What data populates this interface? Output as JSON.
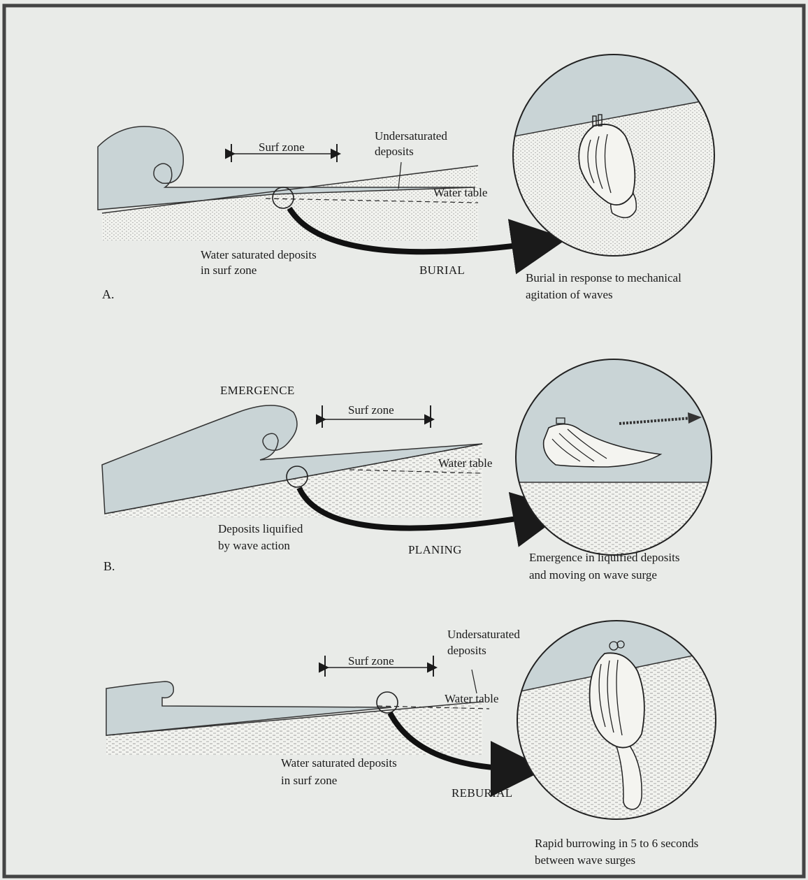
{
  "panels": [
    {
      "letter": "A.",
      "surf_zone": "Surf zone",
      "undersaturated_line1": "Undersaturated",
      "undersaturated_line2": "deposits",
      "water_table": "Water table",
      "deposit_line1": "Water saturated deposits",
      "deposit_line2": "in surf zone",
      "action": "BURIAL",
      "caption_line1": "Burial in response to mechanical",
      "caption_line2": "agitation of waves"
    },
    {
      "letter": "B.",
      "top_label": "EMERGENCE",
      "surf_zone": "Surf zone",
      "water_table": "Water table",
      "deposit_line1": "Deposits liquified",
      "deposit_line2": "by wave action",
      "action": "PLANING",
      "caption_line1": "Emergence in liquified deposits",
      "caption_line2": "and moving on wave surge"
    },
    {
      "surf_zone": "Surf zone",
      "undersaturated_line1": "Undersaturated",
      "undersaturated_line2": "deposits",
      "water_table": "Water table",
      "deposit_line1": "Water saturated deposits",
      "deposit_line2": "in surf zone",
      "action": "REBURIAL",
      "caption_line1": "Rapid burrowing in 5 to 6 seconds",
      "caption_line2": "between wave surges"
    }
  ],
  "colors": {
    "background": "#e9ebe8",
    "water": "#c9d4d6",
    "sand": "#f2f3ef",
    "ink": "#1a1a1a"
  },
  "icons": [
    "clam-shell-icon",
    "motion-arrow-icon",
    "curved-arrow-icon"
  ]
}
